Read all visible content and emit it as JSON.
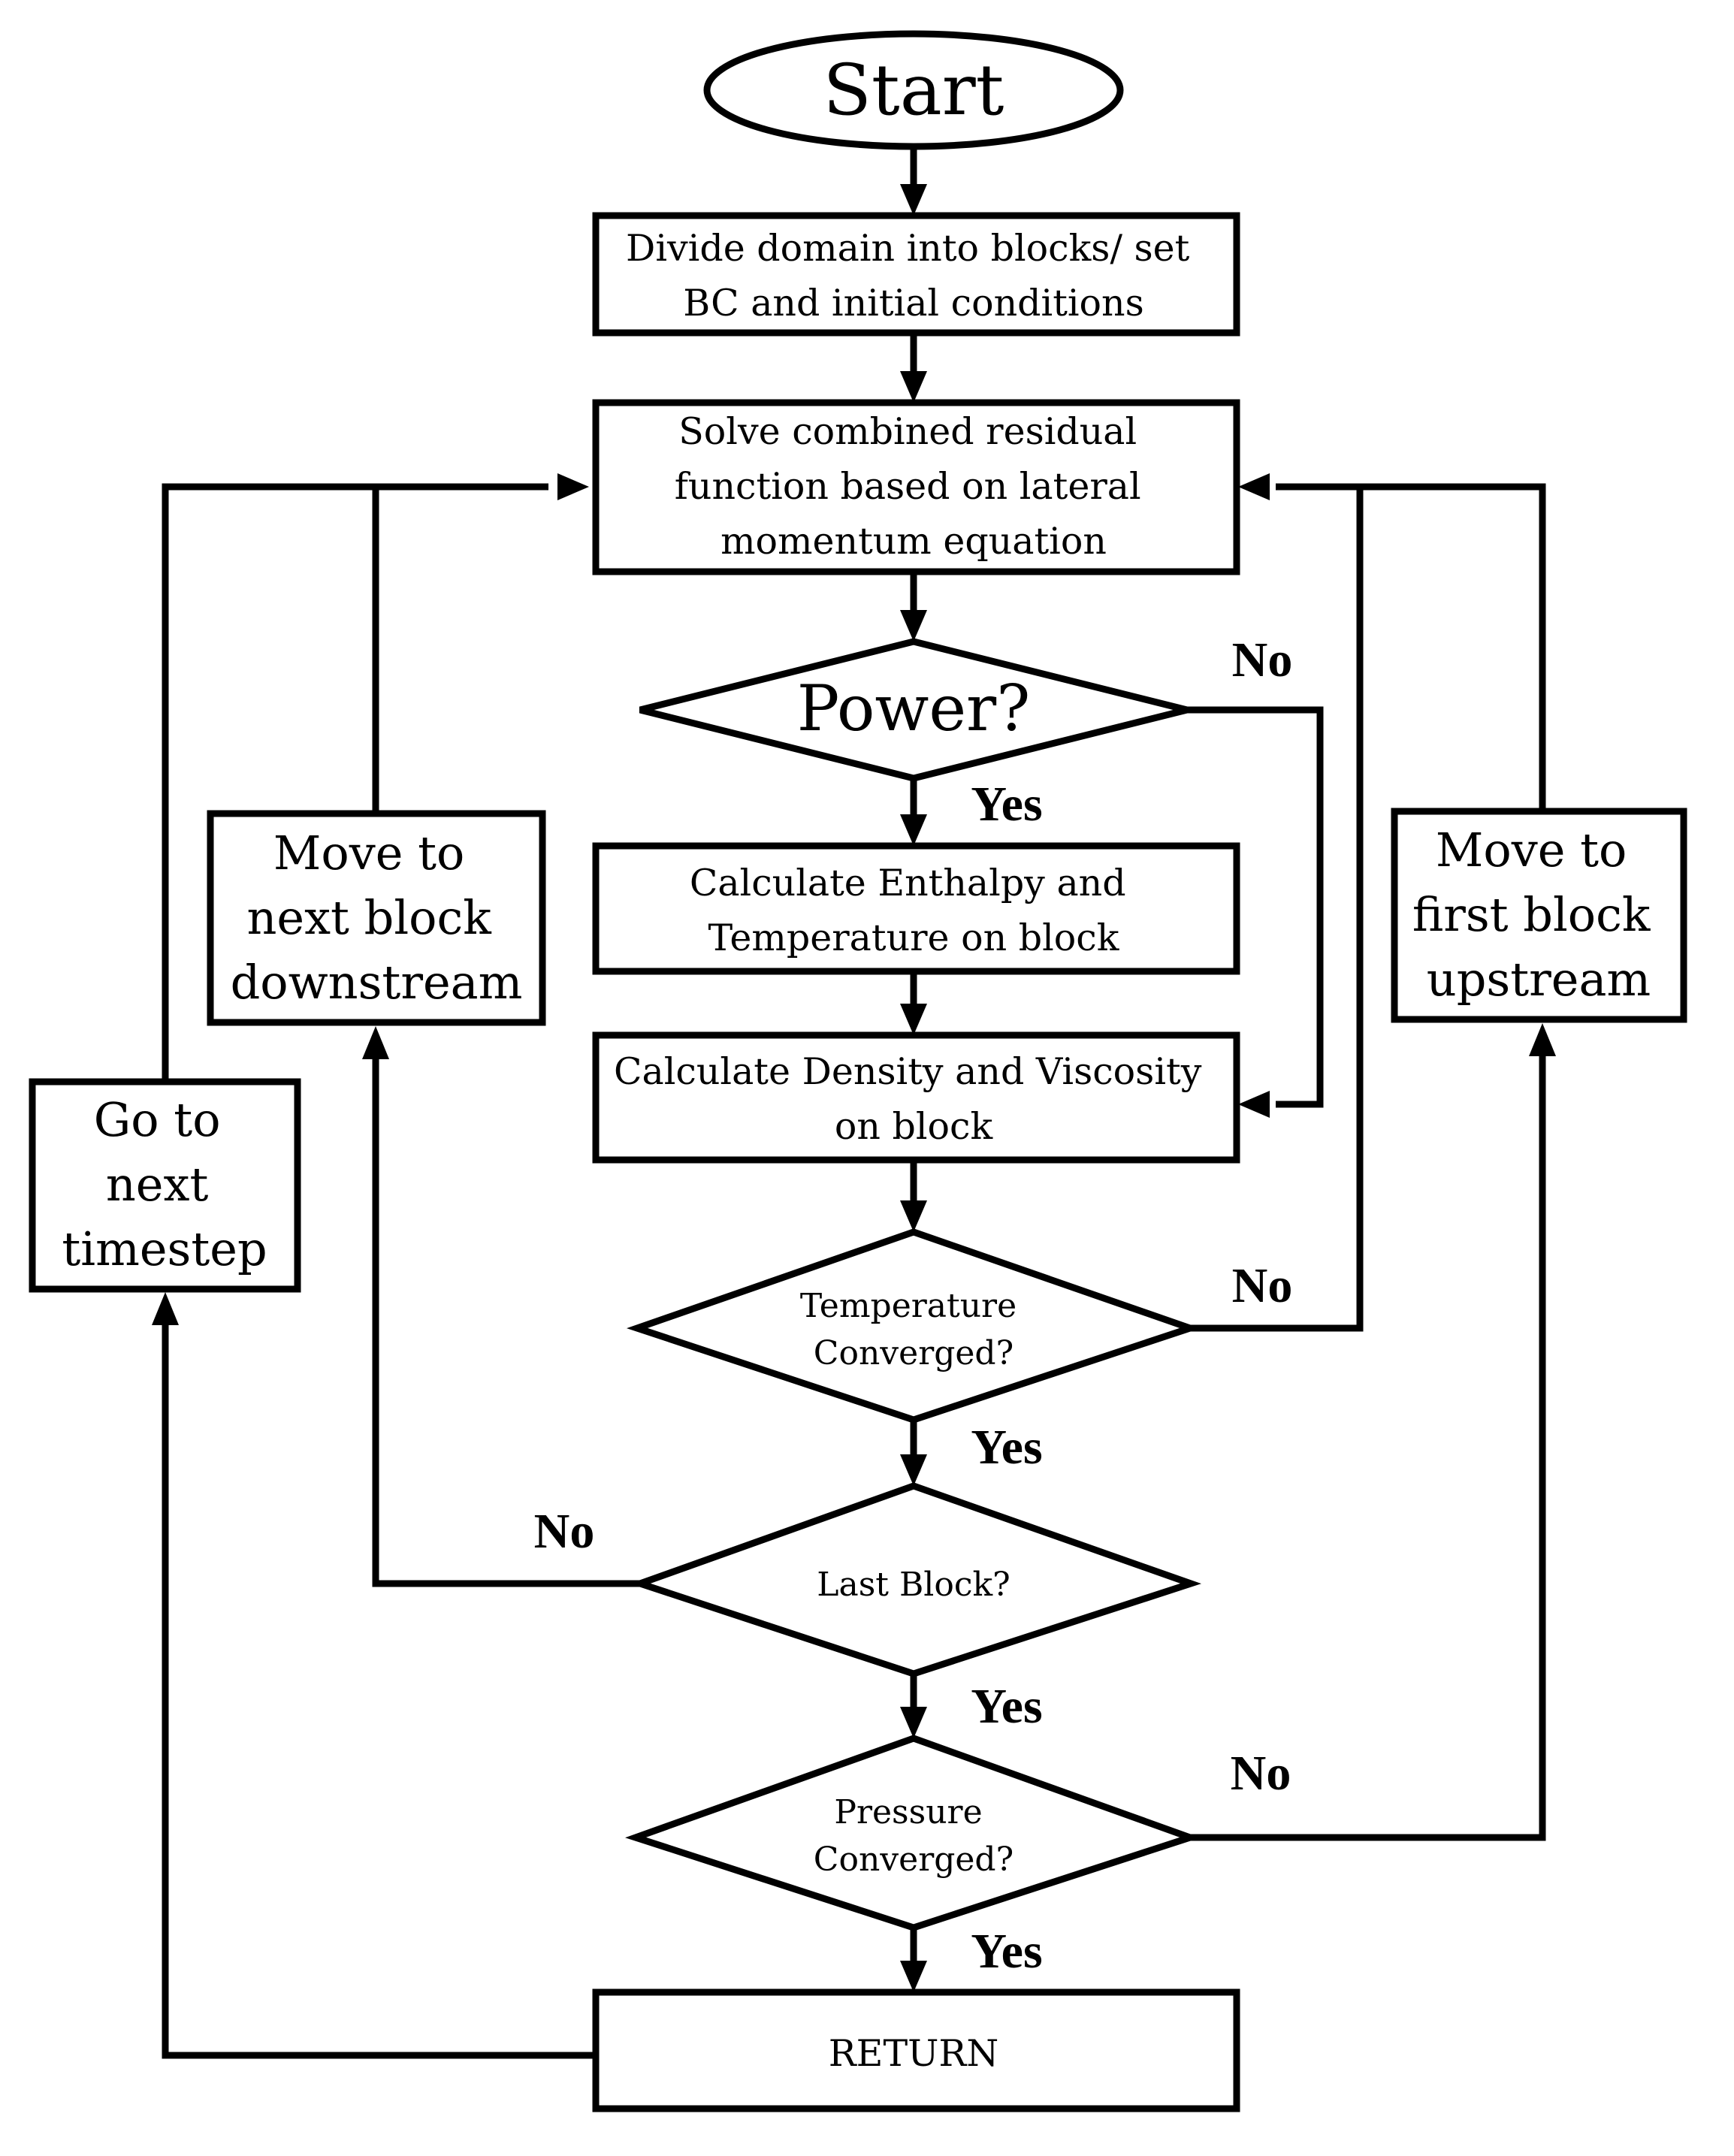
{
  "nodes": {
    "start": {
      "label": "Start"
    },
    "divide": {
      "lines": [
        "Divide domain into blocks/ set",
        "BC and initial conditions"
      ]
    },
    "solve": {
      "lines": [
        "Solve combined residual",
        "function based on lateral",
        "momentum equation"
      ]
    },
    "power": {
      "label": "Power?"
    },
    "enthalpy": {
      "lines": [
        "Calculate Enthalpy and",
        "Temperature on block"
      ]
    },
    "density": {
      "lines": [
        "Calculate Density and Viscosity",
        "on block"
      ]
    },
    "temp_conv": {
      "lines": [
        "Temperature",
        "Converged?"
      ]
    },
    "last_block": {
      "label": "Last Block?"
    },
    "pressure_conv": {
      "lines": [
        "Pressure",
        "Converged?"
      ]
    },
    "return": {
      "label": "RETURN"
    },
    "move_down": {
      "lines": [
        "Move to",
        "next block",
        "downstream"
      ]
    },
    "move_up": {
      "lines": [
        "Move to",
        "first block",
        "upstream"
      ]
    },
    "next_timestep": {
      "lines": [
        "Go to",
        "next",
        "timestep"
      ]
    }
  },
  "edge_labels": {
    "power_no": "No",
    "power_yes": "Yes",
    "temp_no": "No",
    "temp_yes": "Yes",
    "last_no": "No",
    "last_yes": "Yes",
    "pressure_no": "No",
    "pressure_yes": "Yes"
  }
}
